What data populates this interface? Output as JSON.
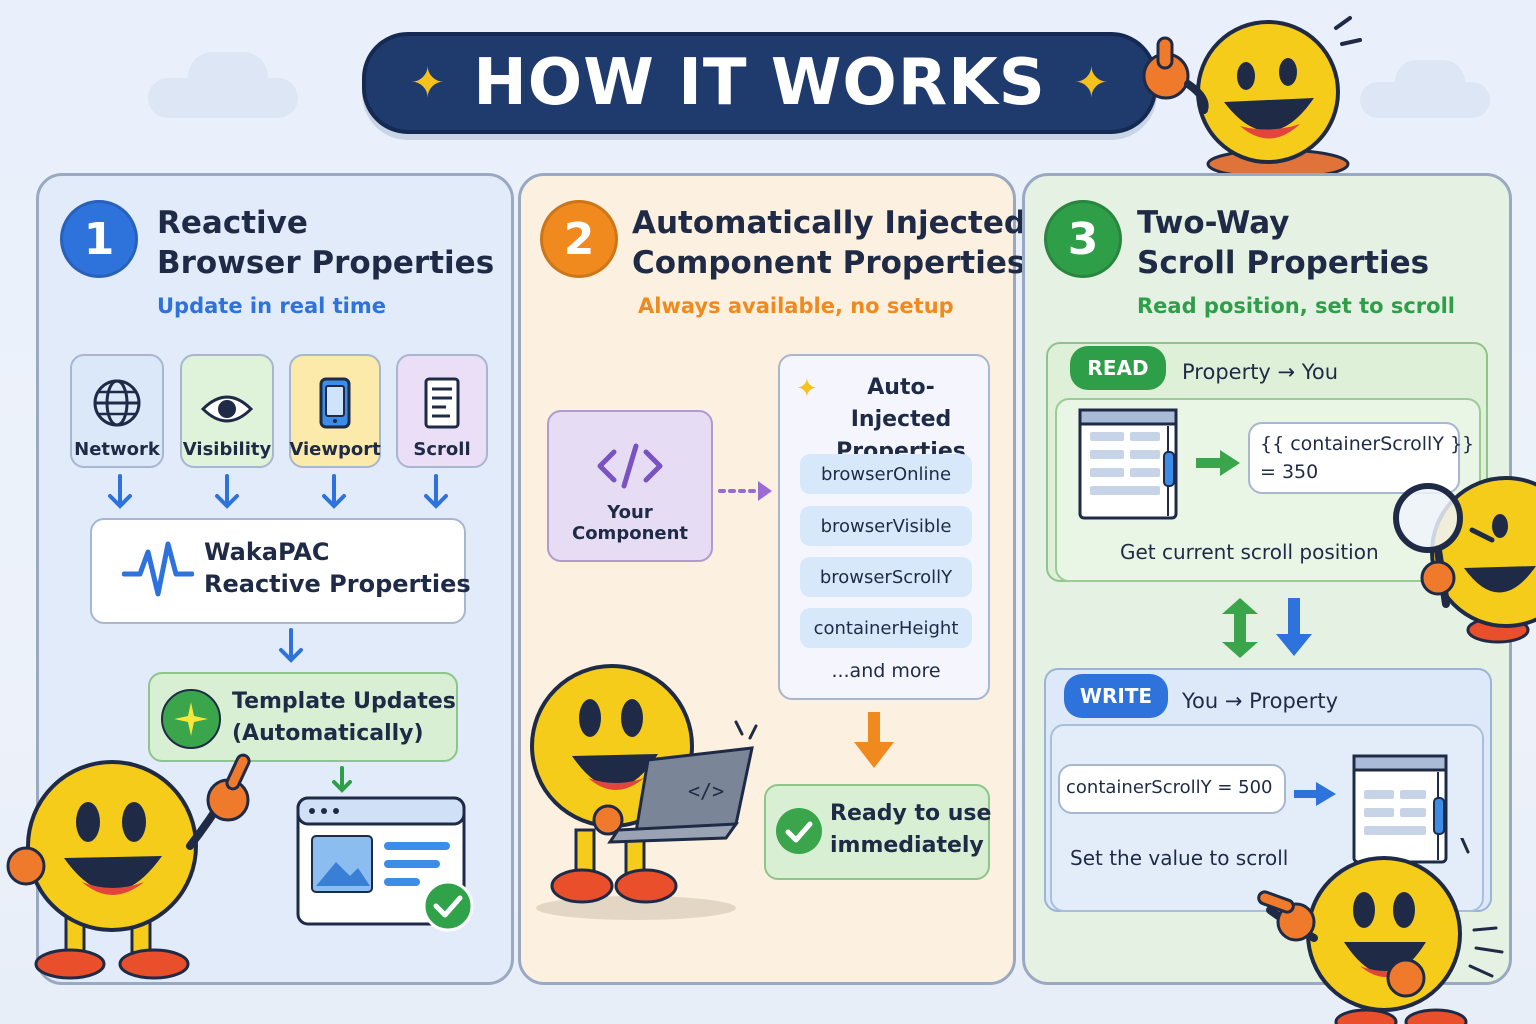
{
  "header": {
    "title": "HOW IT WORKS"
  },
  "colors": {
    "blue": "#2e72db",
    "orange": "#f08a1e",
    "green": "#2f9e49",
    "navy": "#1f3a6d",
    "yellow": "#f5c21b"
  },
  "panel1": {
    "number": "1",
    "title_line1": "Reactive",
    "title_line2": "Browser Properties",
    "subtitle": "Update in real time",
    "cards": [
      {
        "label": "Network",
        "icon": "globe-icon"
      },
      {
        "label": "Visibility",
        "icon": "eye-icon"
      },
      {
        "label": "Viewport",
        "icon": "phone-icon"
      },
      {
        "label": "Scroll",
        "icon": "document-icon"
      }
    ],
    "core_line1": "WakaPAC",
    "core_line2": "Reactive Properties",
    "result_line1": "Template Updates",
    "result_line2": "(Automatically)"
  },
  "panel2": {
    "number": "2",
    "title_line1": "Automatically Injected",
    "title_line2": "Component Properties",
    "subtitle": "Always available, no setup",
    "component_label": "Your Component",
    "injected_title_line1": "Auto-Injected",
    "injected_title_line2": "Properties",
    "properties": [
      "browserOnline",
      "browserVisible",
      "browserScrollY",
      "containerHeight"
    ],
    "more": "...and more",
    "ready_line1": "Ready to use",
    "ready_line2": "immediately"
  },
  "panel3": {
    "number": "3",
    "title_line1": "Two-Way",
    "title_line2": "Scroll Properties",
    "subtitle": "Read position, set to scroll",
    "read": {
      "tag": "READ",
      "direction": "Property → You",
      "code_line1": "{{ containerScrollY }}",
      "code_line2": "= 350",
      "caption": "Get current scroll position"
    },
    "write": {
      "tag": "WRITE",
      "direction": "You → Property",
      "code": "containerScrollY = 500",
      "caption": "Set the value to scroll"
    }
  }
}
